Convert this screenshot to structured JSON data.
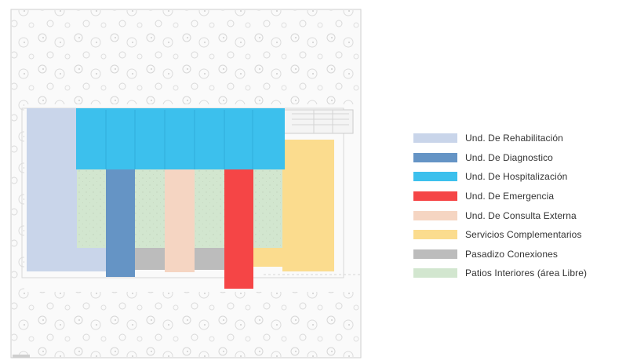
{
  "legend": {
    "items": [
      {
        "label": "Und. De Rehabilitación",
        "color": "#c9d5ea"
      },
      {
        "label": "Und. De Diagnostico",
        "color": "#6594c5"
      },
      {
        "label": "Und. De Hospitalización",
        "color": "#3cc0ed"
      },
      {
        "label": "Und. De Emergencia",
        "color": "#f54546"
      },
      {
        "label": "Und. De Consulta Externa",
        "color": "#f5d5c2"
      },
      {
        "label": "Servicios Complementarios",
        "color": "#fbdc8e"
      },
      {
        "label": "Pasadizo Conexiones",
        "color": "#bcbcbc"
      },
      {
        "label": "Patios Interiores (área Libre)",
        "color": "#d2e6cf"
      }
    ]
  },
  "background": {
    "surroundings": "tree-canopy-pattern",
    "site_border_color": "#cfcfcf"
  }
}
